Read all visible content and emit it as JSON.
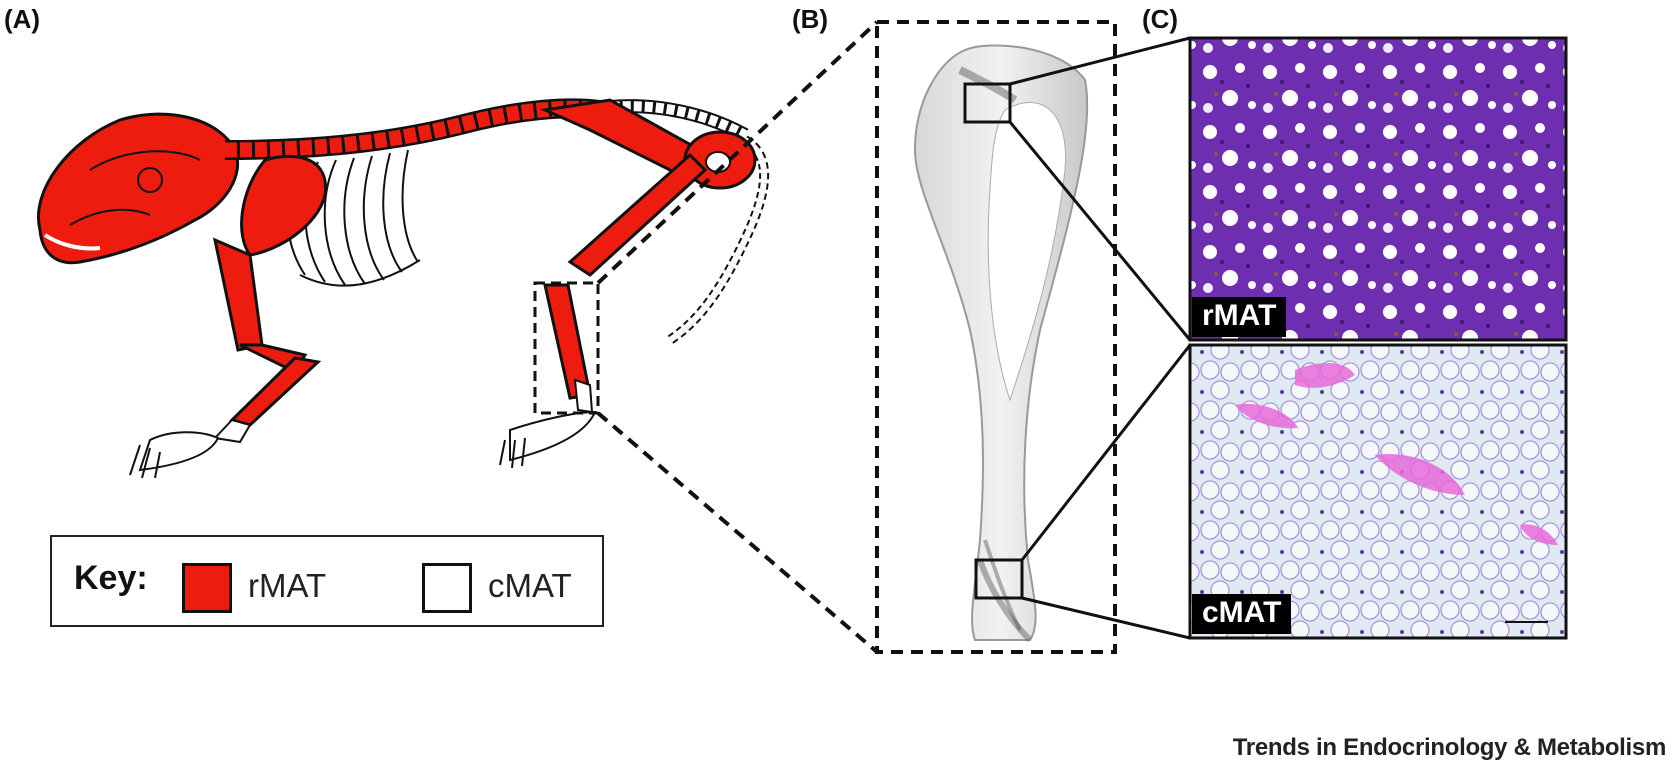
{
  "panels": {
    "a": "(A)",
    "b": "(B)",
    "c": "(C)"
  },
  "legend": {
    "title": "Key:",
    "items": [
      {
        "label": "rMAT",
        "color": "#ee1c0e"
      },
      {
        "label": "cMAT",
        "color": "#ffffff"
      }
    ]
  },
  "histology": {
    "top_label": "rMAT",
    "bottom_label": "cMAT"
  },
  "credit": "Trends in Endocrinology & Metabolism",
  "colors": {
    "rmat_red": "#ee1c0e",
    "outline": "#111111",
    "histo_purple": "#7a3fb0",
    "histo_pale": "#e4ecf2"
  }
}
